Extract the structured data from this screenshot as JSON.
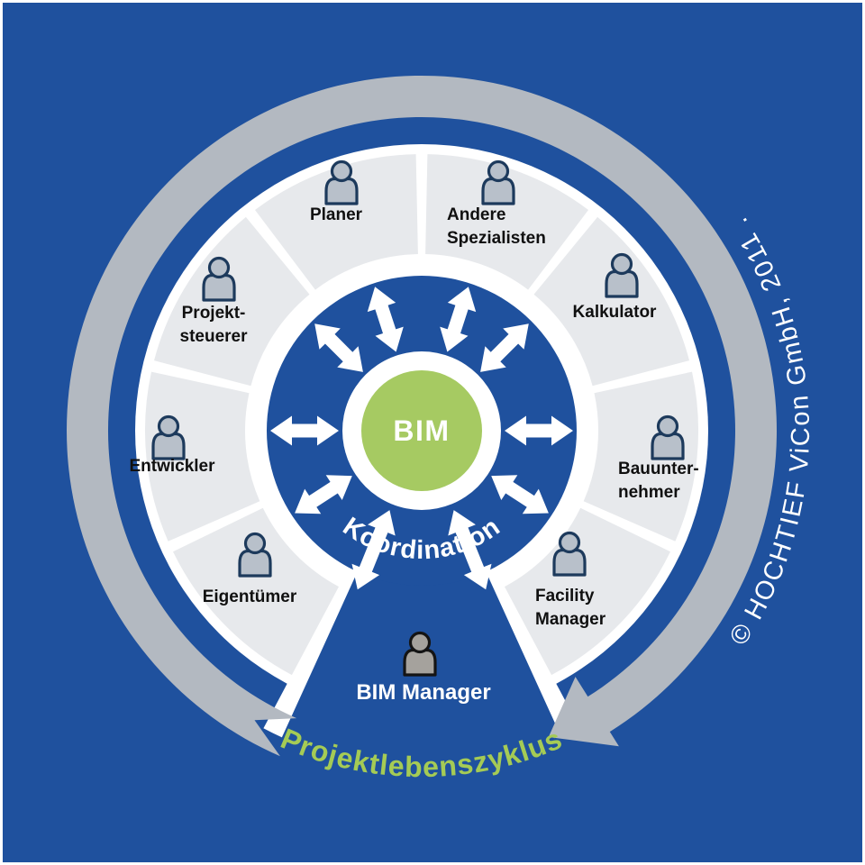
{
  "diagram": {
    "title_center": "BIM",
    "coordination_label": "Koordination",
    "lifecycle_label": "Projektlebenszyklus",
    "bim_manager_label": "BIM Manager",
    "copyright_label": "© HOCHTIEF ViCon GmbH, 2011 .",
    "stakeholders": [
      {
        "slug": "eigentuemer",
        "lines": [
          "Eigentümer"
        ]
      },
      {
        "slug": "entwickler",
        "lines": [
          "Entwickler"
        ]
      },
      {
        "slug": "projektsteuerer",
        "lines": [
          "Projekt-",
          "steuerer"
        ]
      },
      {
        "slug": "planer",
        "lines": [
          "Planer"
        ]
      },
      {
        "slug": "andere-spezialisten",
        "lines": [
          "Andere",
          "Spezialisten"
        ]
      },
      {
        "slug": "kalkulator",
        "lines": [
          "Kalkulator"
        ]
      },
      {
        "slug": "bauunternehmer",
        "lines": [
          "Bauunter-",
          "nehmer"
        ]
      },
      {
        "slug": "facility-manager",
        "lines": [
          "Facility",
          "Manager"
        ]
      }
    ],
    "colors": {
      "background_blue": "#1f519e",
      "lifecycle_gray": "#b3b9c1",
      "segment_gray": "#e7e9ec",
      "bim_green": "#a6ca62",
      "lifecycle_text_green": "#a5cb55",
      "person_fill": "#b8c0ca",
      "person_stroke": "#1d3a5c",
      "manager_fill": "#a5a29d",
      "manager_stroke": "#141414",
      "label_black": "#101010",
      "white": "#ffffff"
    }
  }
}
